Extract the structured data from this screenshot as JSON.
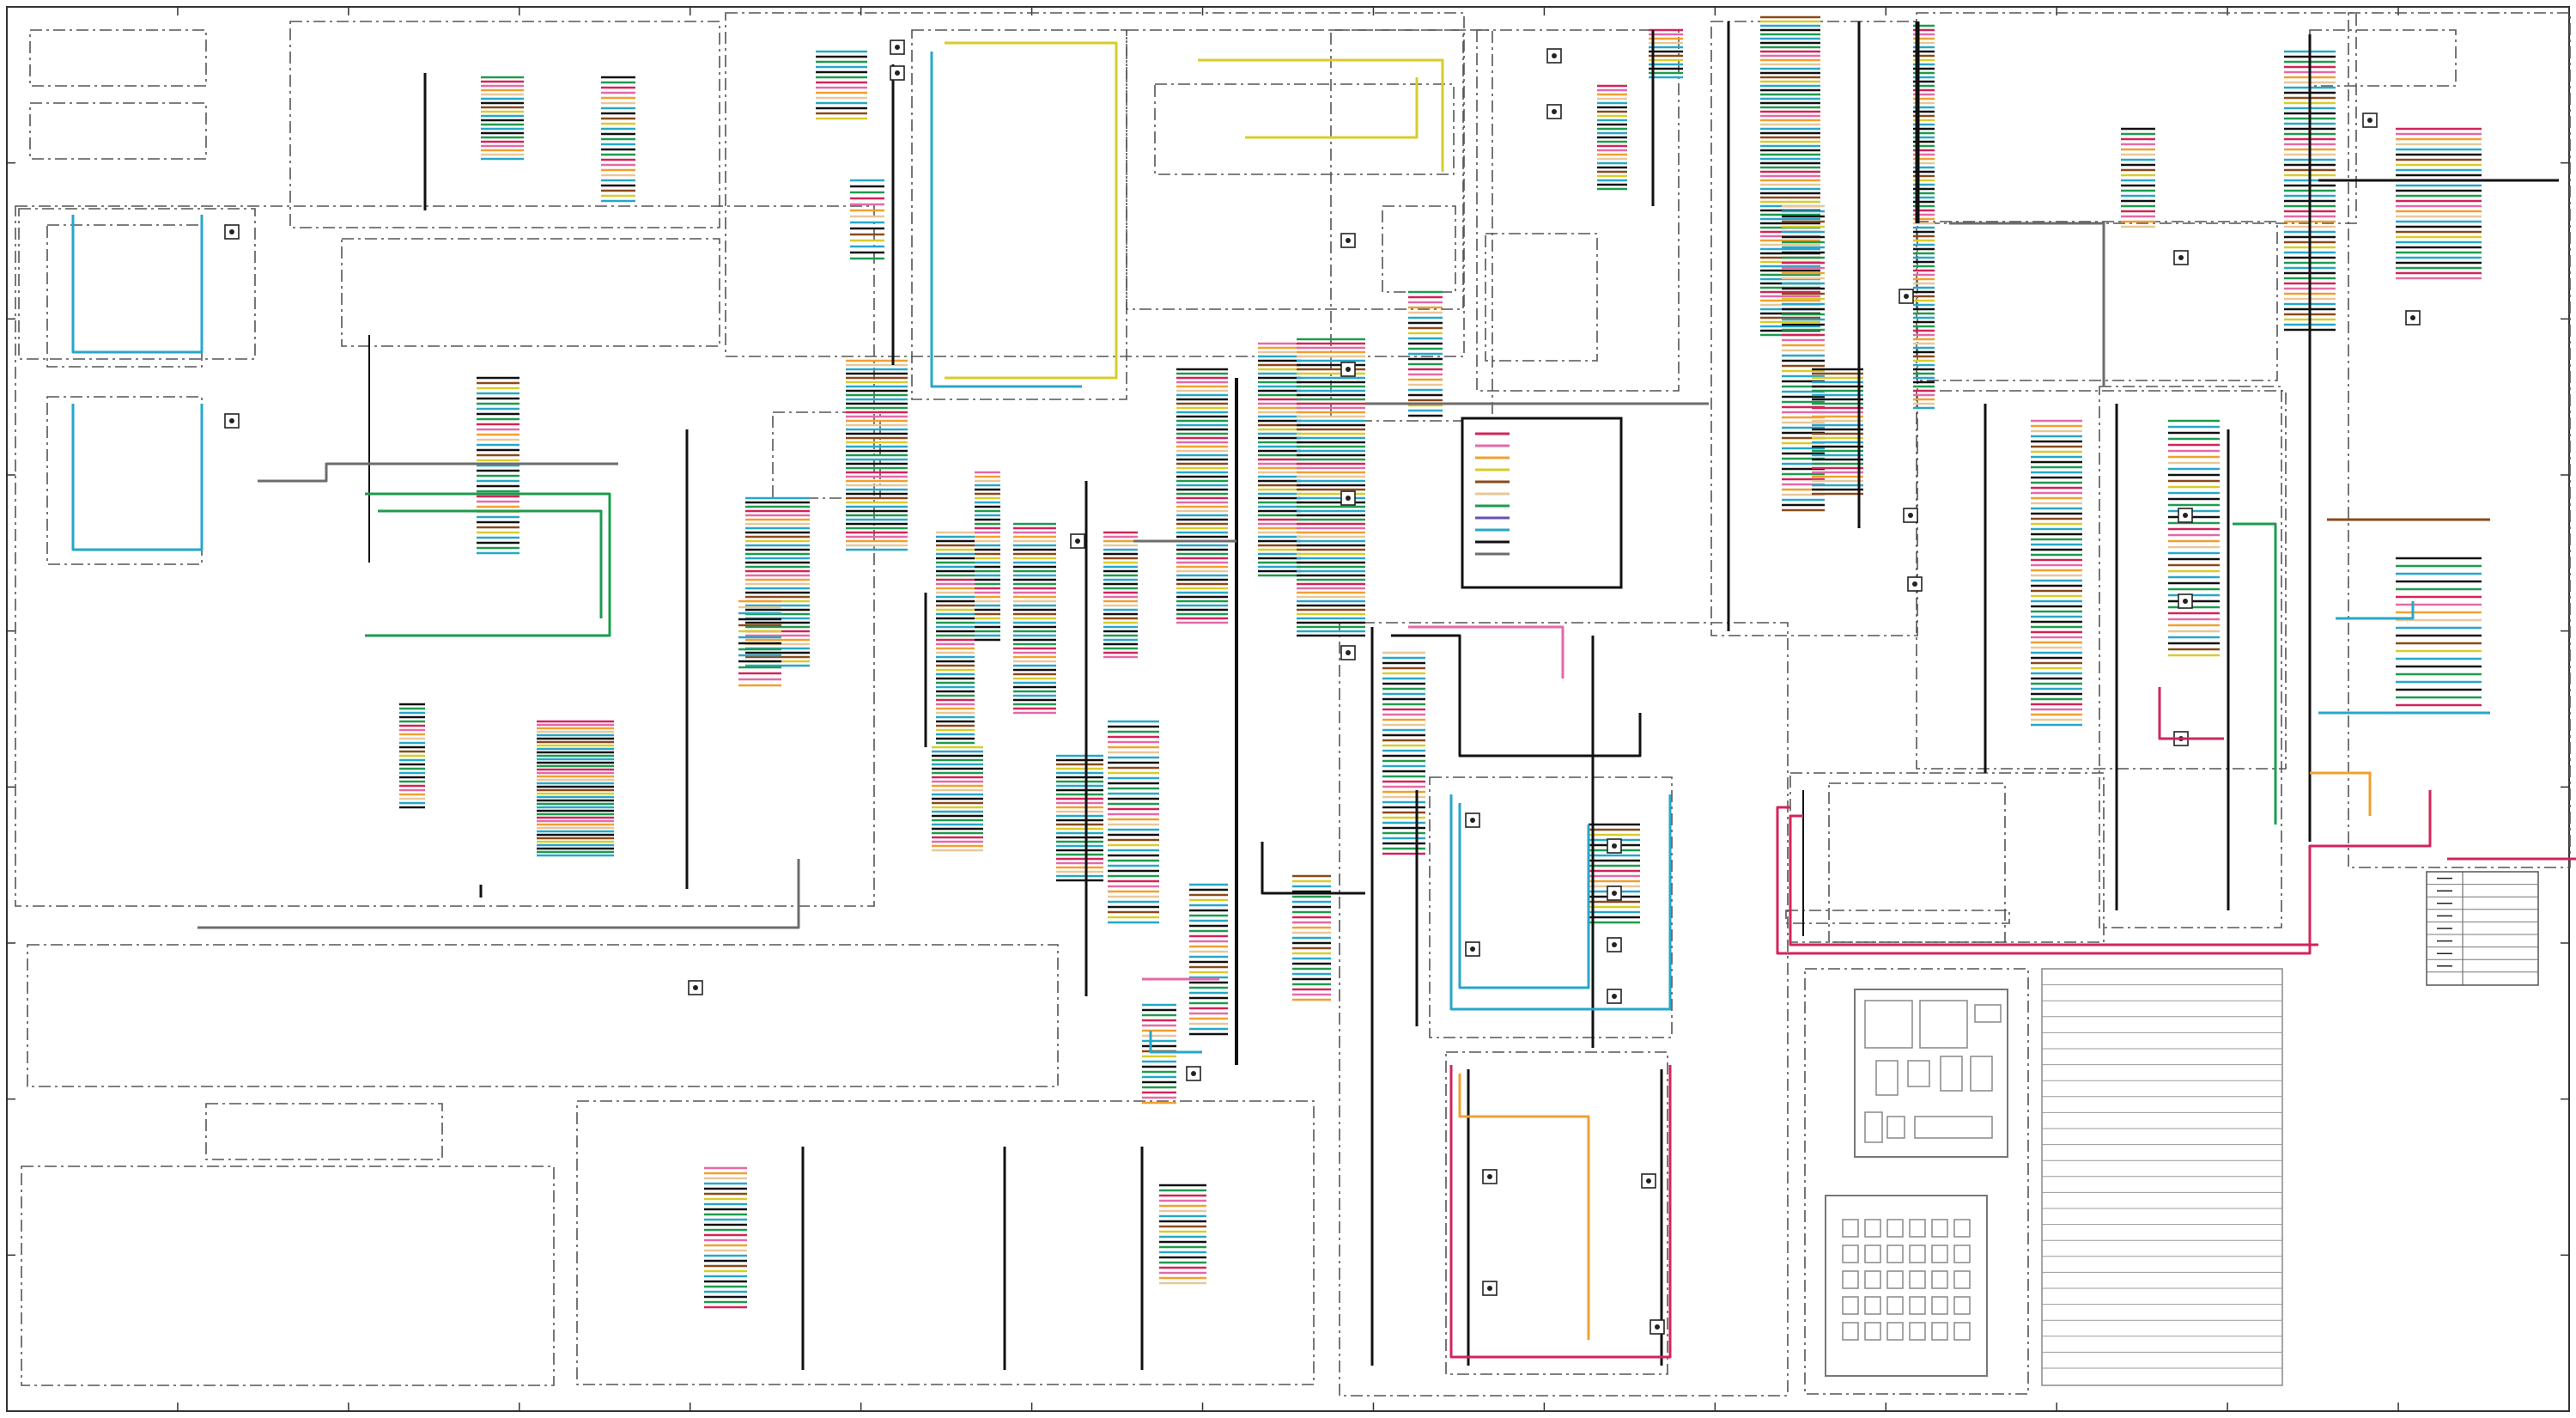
{
  "colors": {
    "black": "#111111",
    "blue": "#27a7c9",
    "green": "#1e9b4e",
    "red": "#d2245a",
    "pink": "#e36aa8",
    "orange": "#f0a030",
    "yellow": "#d8cc2a",
    "brown": "#8a4a1c",
    "tan": "#e8c79a",
    "purple": "#6a4fb3",
    "gray": "#6d6d6d"
  },
  "legend_swatch_colors": [
    "red",
    "pink",
    "orange",
    "yellow",
    "brown",
    "tan",
    "green",
    "purple",
    "blue",
    "black",
    "gray"
  ],
  "drawing": {
    "frame_ticks_horizontal": 14,
    "frame_ticks_vertical": 8
  }
}
